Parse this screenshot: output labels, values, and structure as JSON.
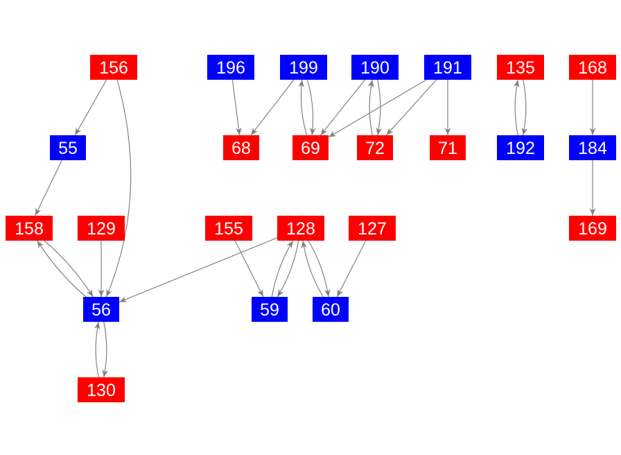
{
  "colors": {
    "red": "#ff0000",
    "blue": "#0000ff",
    "edge": "#808080"
  },
  "nodes": [
    {
      "id": "156",
      "color": "red"
    },
    {
      "id": "196",
      "color": "blue"
    },
    {
      "id": "199",
      "color": "blue"
    },
    {
      "id": "190",
      "color": "blue"
    },
    {
      "id": "191",
      "color": "blue"
    },
    {
      "id": "135",
      "color": "red"
    },
    {
      "id": "168",
      "color": "red"
    },
    {
      "id": "55",
      "color": "blue"
    },
    {
      "id": "68",
      "color": "red"
    },
    {
      "id": "69",
      "color": "red"
    },
    {
      "id": "72",
      "color": "red"
    },
    {
      "id": "71",
      "color": "red"
    },
    {
      "id": "192",
      "color": "blue"
    },
    {
      "id": "184",
      "color": "blue"
    },
    {
      "id": "158",
      "color": "red"
    },
    {
      "id": "129",
      "color": "red"
    },
    {
      "id": "155",
      "color": "red"
    },
    {
      "id": "128",
      "color": "red"
    },
    {
      "id": "127",
      "color": "red"
    },
    {
      "id": "169",
      "color": "red"
    },
    {
      "id": "56",
      "color": "blue"
    },
    {
      "id": "59",
      "color": "blue"
    },
    {
      "id": "60",
      "color": "blue"
    },
    {
      "id": "130",
      "color": "red"
    }
  ],
  "edges": [
    [
      "156",
      "55"
    ],
    [
      "156",
      "56"
    ],
    [
      "196",
      "68"
    ],
    [
      "199",
      "68"
    ],
    [
      "199",
      "69"
    ],
    [
      "69",
      "199"
    ],
    [
      "190",
      "69"
    ],
    [
      "190",
      "72"
    ],
    [
      "72",
      "190"
    ],
    [
      "191",
      "69"
    ],
    [
      "191",
      "72"
    ],
    [
      "191",
      "71"
    ],
    [
      "135",
      "192"
    ],
    [
      "192",
      "135"
    ],
    [
      "168",
      "184"
    ],
    [
      "184",
      "169"
    ],
    [
      "55",
      "158"
    ],
    [
      "158",
      "56"
    ],
    [
      "56",
      "158"
    ],
    [
      "129",
      "56"
    ],
    [
      "128",
      "56"
    ],
    [
      "155",
      "59"
    ],
    [
      "128",
      "59"
    ],
    [
      "59",
      "128"
    ],
    [
      "128",
      "60"
    ],
    [
      "60",
      "128"
    ],
    [
      "127",
      "60"
    ],
    [
      "56",
      "130"
    ],
    [
      "130",
      "56"
    ]
  ]
}
